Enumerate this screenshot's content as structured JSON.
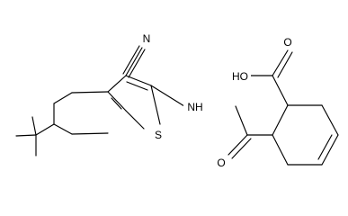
{
  "molecule": {
    "atom_labels": {
      "nitrile_n": "N",
      "thiophene_s": "S",
      "amide_nh": "NH",
      "carboxyl_oh": "HO",
      "carboxyl_o": "O",
      "amide_o": "O"
    }
  }
}
